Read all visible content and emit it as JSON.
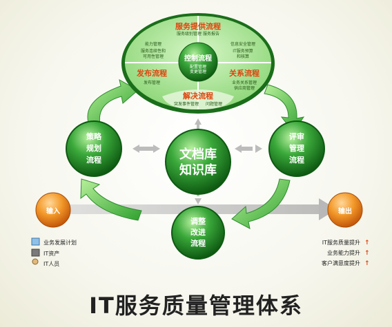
{
  "title": "IT服务质量管理体系",
  "center": {
    "line1": "文档库",
    "line2": "知识库"
  },
  "oval": {
    "top_title": "服务提供流程",
    "top_items": [
      "服务级别管理",
      "服务报告"
    ],
    "left_top_items": [
      "能力管理",
      "服务连续性和",
      "可用性管理"
    ],
    "right_top_items": [
      "信息安全管理",
      "IT服务预算",
      "和核算"
    ],
    "control_title": "控制流程",
    "control_items": [
      "配置管理",
      "变更管理"
    ],
    "release_title": "发布流程",
    "release_items": [
      "发布管理"
    ],
    "relation_title": "关系流程",
    "relation_items": [
      "业务关系管理",
      "供应商管理"
    ],
    "resolve_title": "解决流程",
    "resolve_items": [
      "突发事件管理",
      "问题管理"
    ]
  },
  "nodes": {
    "strategy": [
      "策略",
      "规划",
      "流程"
    ],
    "review": [
      "评审",
      "管理",
      "流程"
    ],
    "adjust": [
      "调整",
      "改进",
      "流程"
    ]
  },
  "input": {
    "label": "输入",
    "items": [
      "业务发展计划",
      "IT资产",
      "IT人员"
    ]
  },
  "output": {
    "label": "输出",
    "items": [
      "IT服务质量提升",
      "业务能力提升",
      "客户满意度提升"
    ],
    "arrow": "↑"
  },
  "colors": {
    "green_dark": "#1c7a1c",
    "green_light": "#5fc45a",
    "orange": "#f08a1c",
    "red": "#e0440e"
  }
}
